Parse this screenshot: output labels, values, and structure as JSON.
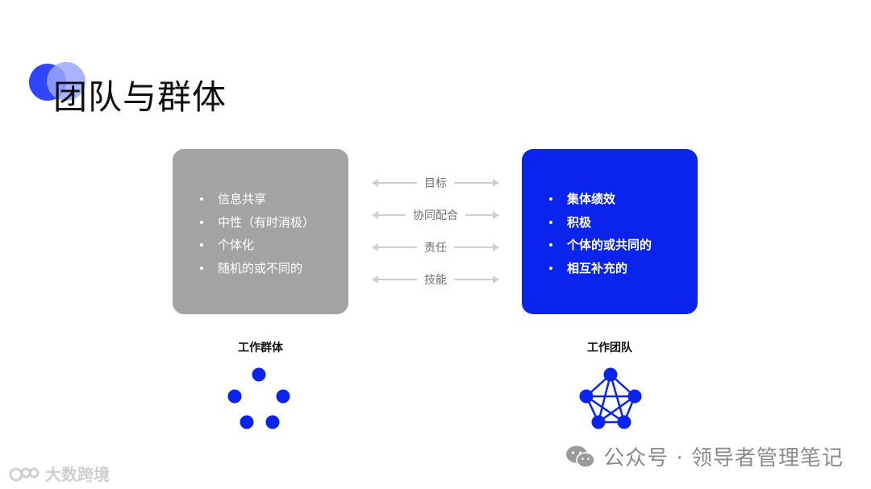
{
  "title": "团队与群体",
  "group": {
    "items": [
      "信息共享",
      "中性（有时消极）",
      "个体化",
      "随机的或不同的"
    ],
    "caption": "工作群体"
  },
  "team": {
    "items": [
      "集体绩效",
      "积极",
      "个体的或共同的",
      "相互补充的"
    ],
    "caption": "工作团队"
  },
  "dimensions": [
    "目标",
    "协同配合",
    "责任",
    "技能"
  ],
  "colors": {
    "accent": "#0a24ee",
    "group_card": "#a3a3a3",
    "arrow": "#cfcfcf"
  },
  "watermark": {
    "icon": "wechat-icon",
    "text": "公众号 · 领导者管理笔记"
  },
  "corner_mark": {
    "icon": "corner-logo",
    "text": "大数跨境"
  }
}
